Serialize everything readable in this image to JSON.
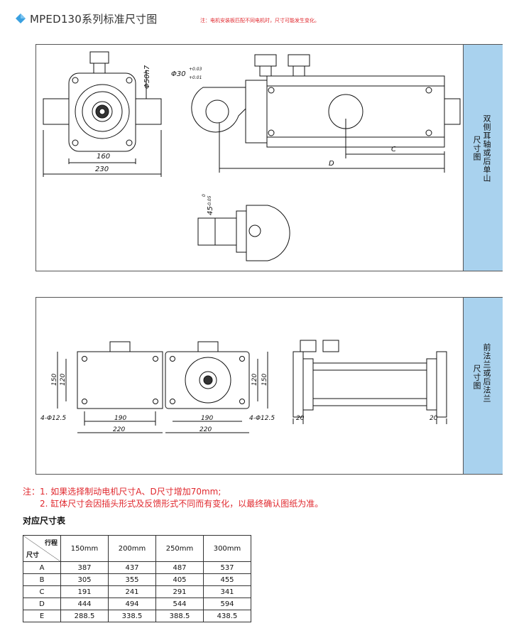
{
  "header": {
    "title": "MPED130系列标准尺寸图",
    "note": "注：电机安装板匹配不同电机时，尺寸可能发生变化。"
  },
  "panel1": {
    "tab_label_col1": "双侧耳轴或后单山",
    "tab_label_col2": "尺寸图",
    "dims": {
      "shaft_dia": "Φ50h7",
      "pin_dia": "Φ30",
      "pin_tol_upper": "+0.03",
      "pin_tol_lower": "+0.01",
      "width_160": "160",
      "width_230": "230",
      "dim_c": "C",
      "dim_d": "D",
      "key_45": "45",
      "key_tol_upper": "0",
      "key_tol_lower": "-0.05"
    }
  },
  "panel2": {
    "tab_label_col1": "前法兰或后法兰",
    "tab_label_col2": "尺寸图",
    "dims": {
      "h150": "150",
      "h120": "120",
      "w190": "190",
      "w220": "220",
      "holes": "4-Φ12.5",
      "d20a": "20",
      "d20b": "20"
    }
  },
  "notes": {
    "prefix": "注：",
    "line1": "1. 如果选择制动电机尺寸A、D尺寸增加70mm;",
    "line2": "2. 缸体尺寸会因插头形式及反馈形式不同而有变化，以最终确认图纸为准。"
  },
  "table": {
    "title": "对应尺寸表",
    "corner_top": "行程",
    "corner_bottom": "尺寸",
    "columns": [
      "150mm",
      "200mm",
      "250mm",
      "300mm"
    ],
    "rows": [
      {
        "label": "A",
        "values": [
          "387",
          "437",
          "487",
          "537"
        ]
      },
      {
        "label": "B",
        "values": [
          "305",
          "355",
          "405",
          "455"
        ]
      },
      {
        "label": "C",
        "values": [
          "191",
          "241",
          "291",
          "341"
        ]
      },
      {
        "label": "D",
        "values": [
          "444",
          "494",
          "544",
          "594"
        ]
      },
      {
        "label": "E",
        "values": [
          "288.5",
          "338.5",
          "388.5",
          "438.5"
        ]
      }
    ]
  },
  "colors": {
    "accent_blue": "#a9d2ee",
    "note_red": "#e0282e",
    "diamond_blue": "#3aa0e0"
  }
}
